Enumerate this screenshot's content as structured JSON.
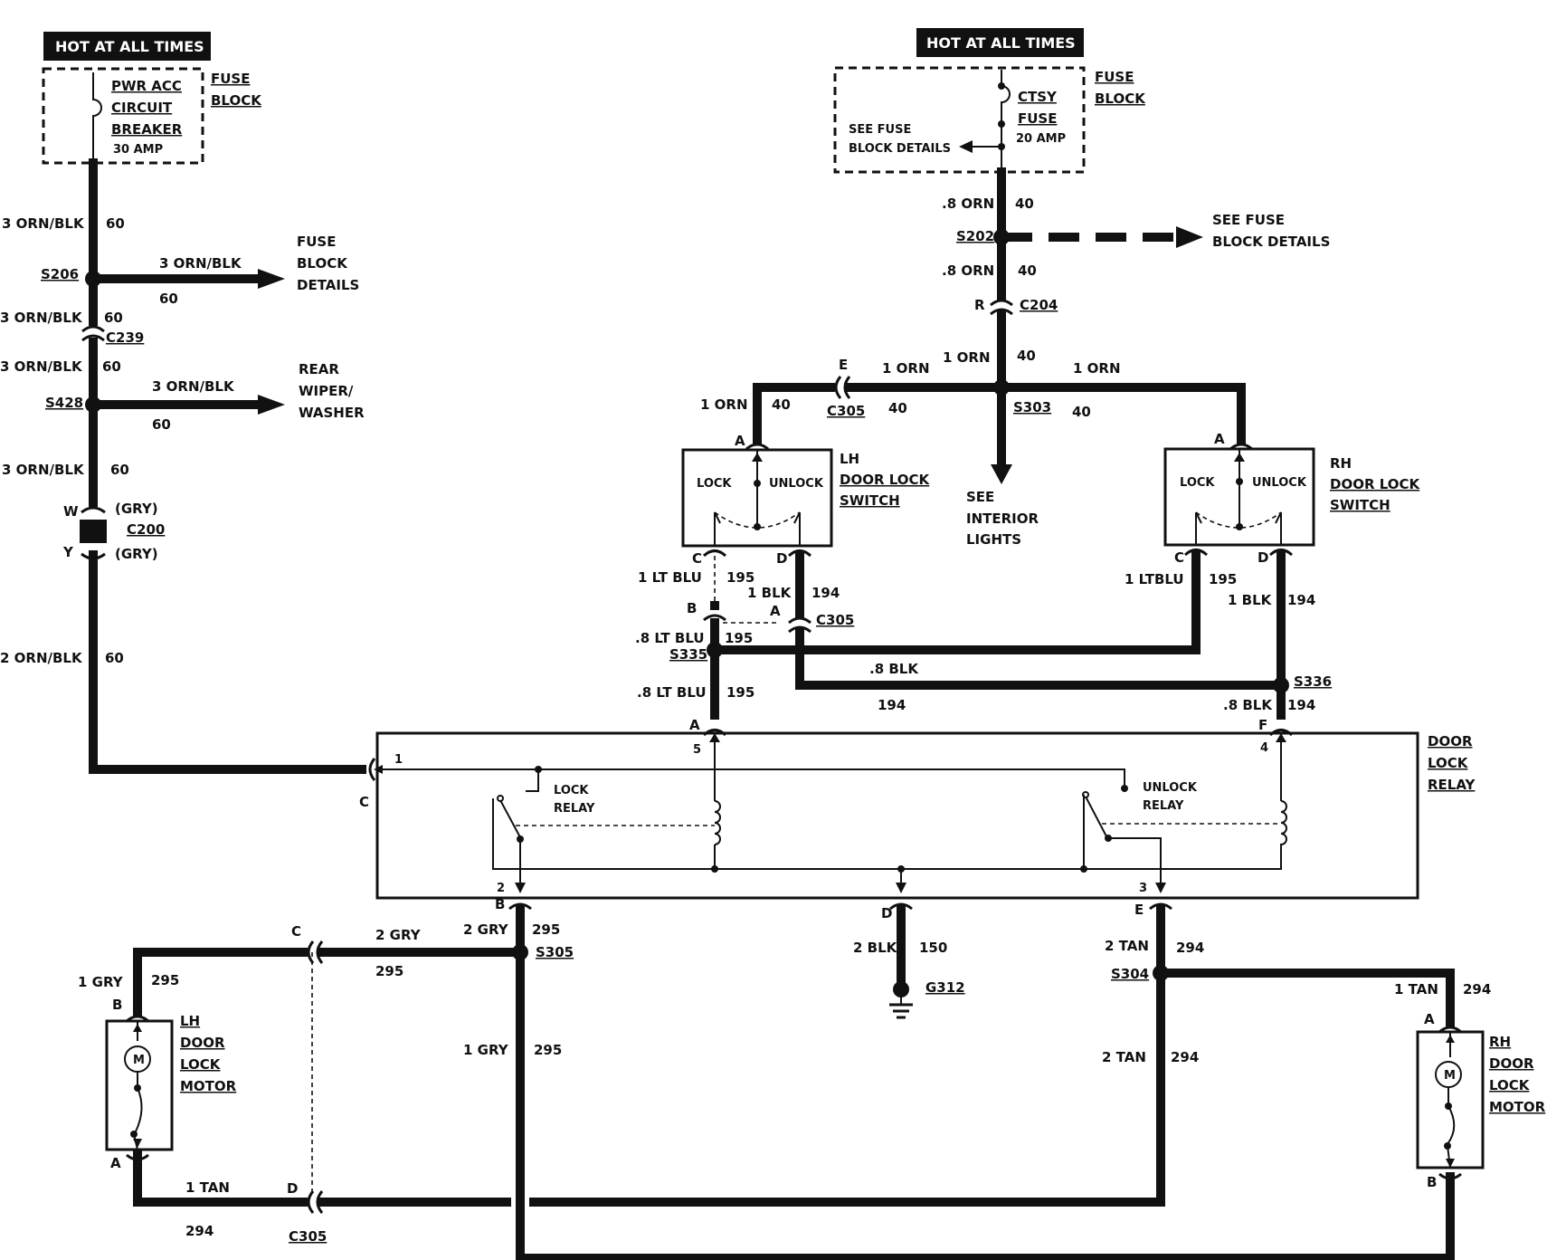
{
  "title_badges": {
    "left": "HOT AT ALL TIMES",
    "right": "HOT AT ALL TIMES"
  },
  "left_fuse_block": {
    "label_line1": "FUSE",
    "label_line2": "BLOCK",
    "breaker_line1": "PWR ACC",
    "breaker_line2": "CIRCUIT",
    "breaker_line3": "BREAKER",
    "rating": "30 AMP"
  },
  "right_fuse_block": {
    "label_line1": "FUSE",
    "label_line2": "BLOCK",
    "fuse_line1": "CTSY",
    "fuse_line2": "FUSE",
    "rating": "20 AMP",
    "see_line1": "SEE FUSE",
    "see_line2": "BLOCK DETAILS"
  },
  "left_feed": {
    "wire_a": "3 ORN/BLK",
    "circuit_a": "60",
    "splice_s206": "S206",
    "branch1_wire": "3 ORN/BLK",
    "branch1_circuit": "60",
    "branch1_dest_1": "FUSE",
    "branch1_dest_2": "BLOCK",
    "branch1_dest_3": "DETAILS",
    "wire_b": "3 ORN/BLK",
    "circuit_b": "60",
    "conn_c239": "C239",
    "wire_c": "3 ORN/BLK",
    "circuit_c": "60",
    "splice_s428": "S428",
    "branch2_wire": "3 ORN/BLK",
    "branch2_circuit": "60",
    "branch2_dest_1": "REAR",
    "branch2_dest_2": "WIPER/",
    "branch2_dest_3": "WASHER",
    "wire_d": "3 ORN/BLK",
    "circuit_d": "60",
    "c200_w": "W",
    "c200_y": "Y",
    "c200_gry_top": "(GRY)",
    "c200_gry_bot": "(GRY)",
    "conn_c200": "C200",
    "wire_e": "2 ORN/BLK",
    "circuit_e": "60"
  },
  "right_feed": {
    "wire_a": ".8 ORN",
    "circuit_a": "40",
    "splice_s202": "S202",
    "see_1": "SEE FUSE",
    "see_2": "BLOCK DETAILS",
    "wire_b": ".8 ORN",
    "circuit_b": "40",
    "pin_r": "R",
    "conn_c204": "C204",
    "wire_c": "1 ORN",
    "circuit_c": "40",
    "pin_e": "E",
    "wire_left_top": "1 ORN",
    "conn_c305": "C305",
    "circuit_left": "40",
    "splice_s303": "S303",
    "circuit_s303": "40",
    "wire_right_top": "1 ORN",
    "lh_drop_wire": "1 ORN",
    "lh_drop_circuit": "40",
    "interior_1": "SEE",
    "interior_2": "INTERIOR",
    "interior_3": "LIGHTS"
  },
  "lh_switch": {
    "pin_a": "A",
    "lock": "LOCK",
    "unlock": "UNLOCK",
    "label_1": "LH",
    "label_2": "DOOR LOCK",
    "label_3": "SWITCH",
    "pin_c": "C",
    "pin_d": "D",
    "wire_c": "1 LT BLU",
    "circuit_c": "195",
    "wire_d": "1 BLK",
    "circuit_d": "194",
    "pin_b": "B",
    "pin_a2": "A",
    "conn_c305": "C305",
    "wire_b": ".8 LT BLU",
    "circuit_b": "195",
    "splice_s335": "S335"
  },
  "rh_switch": {
    "pin_a": "A",
    "lock": "LOCK",
    "unlock": "UNLOCK",
    "label_1": "RH",
    "label_2": "DOOR LOCK",
    "label_3": "SWITCH",
    "pin_c": "C",
    "pin_d": "D",
    "wire_c": "1 LTBLU",
    "circuit_c": "195",
    "wire_d": "1 BLK",
    "circuit_d": "194"
  },
  "mid_wiring": {
    "blk_wire": ".8 BLK",
    "blk_circuit": "194",
    "splice_s336": "S336",
    "relay_in_wire_a": ".8 LT BLU",
    "relay_in_circuit_a": "195",
    "relay_in_wire_f": ".8 BLK",
    "relay_in_circuit_f": "194"
  },
  "relay": {
    "label_1": "DOOR",
    "label_2": "LOCK",
    "label_3": "RELAY",
    "pin_a": "A",
    "pin_f": "F",
    "pin_c": "C",
    "term_1": "1",
    "term_5": "5",
    "term_4": "4",
    "term_2": "2",
    "term_3": "3",
    "lock_1": "LOCK",
    "lock_2": "RELAY",
    "unlock_1": "UNLOCK",
    "unlock_2": "RELAY",
    "pin_b": "B",
    "pin_d": "D",
    "pin_e": "E"
  },
  "lower": {
    "b_wire": "2 GRY",
    "b_circuit": "295",
    "splice_s305": "S305",
    "c_pin": "C",
    "c_wire": "2 GRY",
    "c_circuit": "295",
    "lh_wire": "1 GRY",
    "lh_circuit": "295",
    "gry_down_wire": "1 GRY",
    "gry_down_circuit": "295",
    "gnd_wire": "2 BLK",
    "gnd_circuit": "150",
    "ground": "G312",
    "e_wire": "2 TAN",
    "e_circuit": "294",
    "splice_s304": "S304",
    "rh_wire": "1 TAN",
    "rh_circuit": "294",
    "tan_down_wire": "2 TAN",
    "tan_down_circuit": "294",
    "lh_bottom_wire": "1 TAN",
    "lh_bottom_circuit": "294",
    "d_pin": "D",
    "conn_c305": "C305"
  },
  "lh_motor": {
    "pin_b": "B",
    "pin_a": "A",
    "m": "M",
    "label_1": "LH",
    "label_2": "DOOR",
    "label_3": "LOCK",
    "label_4": "MOTOR"
  },
  "rh_motor": {
    "pin_a": "A",
    "pin_b": "B",
    "m": "M",
    "label_1": "RH",
    "label_2": "DOOR",
    "label_3": "LOCK",
    "label_4": "MOTOR"
  }
}
